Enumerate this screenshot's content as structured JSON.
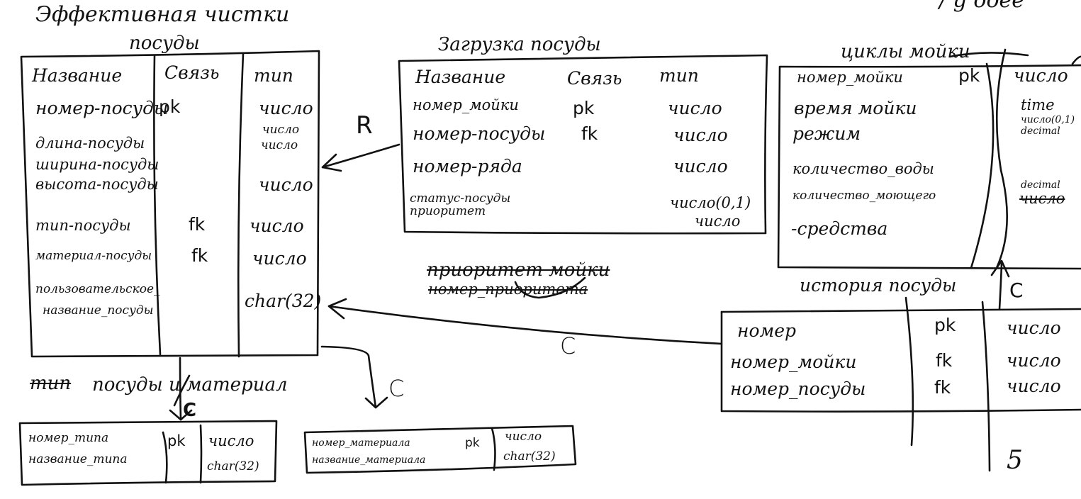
{
  "colors": {
    "ink": "#111111",
    "paper": "#ffffff"
  },
  "main_table": {
    "title_line1": "Эффективная   чистки",
    "title_line2": "посуды",
    "headers": [
      "Название",
      "Связь",
      "тип"
    ],
    "rows": [
      [
        "номер-посуды",
        "pk",
        "число"
      ],
      [
        "длина-посуды",
        "",
        "число"
      ],
      [
        "ширина-посуды",
        "",
        "число"
      ],
      [
        "высота-посуды",
        "",
        "число"
      ],
      [
        "тип-посуды",
        "fk",
        "число"
      ],
      [
        "материал-посуды",
        "fk",
        "число"
      ],
      [
        "пользовательское_",
        "",
        "char(32)"
      ],
      [
        "название_посуды",
        "",
        ""
      ]
    ]
  },
  "loading_table": {
    "title": "Загрузка посуды",
    "headers": [
      "Название",
      "Связь",
      "тип"
    ],
    "rows": [
      [
        "номер_мойки",
        "pk",
        "число"
      ],
      [
        "номер-посуды",
        "fk",
        "число"
      ],
      [
        "номер-ряда",
        "",
        "число"
      ],
      [
        "статус-посуды",
        "",
        "число(0,1)"
      ],
      [
        "приоритет",
        "",
        "число"
      ]
    ]
  },
  "cycles_table": {
    "title": "циклы   мойки",
    "rows": [
      [
        "номер_мойки",
        "pk",
        "число"
      ],
      [
        "время мойки",
        "",
        "time"
      ],
      [
        "режим",
        "",
        "число(0,1)"
      ],
      [
        "количество_воды",
        "",
        "decimal"
      ],
      [
        "количество_моющего",
        "",
        "decimal"
      ],
      [
        "-средства",
        "",
        ""
      ]
    ],
    "strike_type": "число"
  },
  "history_table": {
    "title": "история   посуды",
    "rows": [
      [
        "номер",
        "pk",
        "число"
      ],
      [
        "номер_мойки",
        "fk",
        "число"
      ],
      [
        "номер_посуды",
        "fk",
        "число"
      ]
    ]
  },
  "type_table": {
    "title_struck": "тип",
    "title": "посуды   и   материал",
    "rows": [
      [
        "номер_типа",
        "pk",
        "число"
      ],
      [
        "название_типа",
        "",
        "char(32)"
      ]
    ]
  },
  "material_table": {
    "rows": [
      [
        "номер_материала",
        "pk",
        "число"
      ],
      [
        "название_материала",
        "",
        "char(32)"
      ]
    ]
  },
  "notes": {
    "priority_struck": "приоритет мойки",
    "priority_number": "номер_приоритета",
    "partial_top_right": "/ g   ooee"
  },
  "relations": {
    "r_label": "R",
    "c_label_main": "C",
    "c_label_material": "C",
    "c_label_type": "C",
    "c_label_cycles": "C"
  },
  "page_number": "5"
}
